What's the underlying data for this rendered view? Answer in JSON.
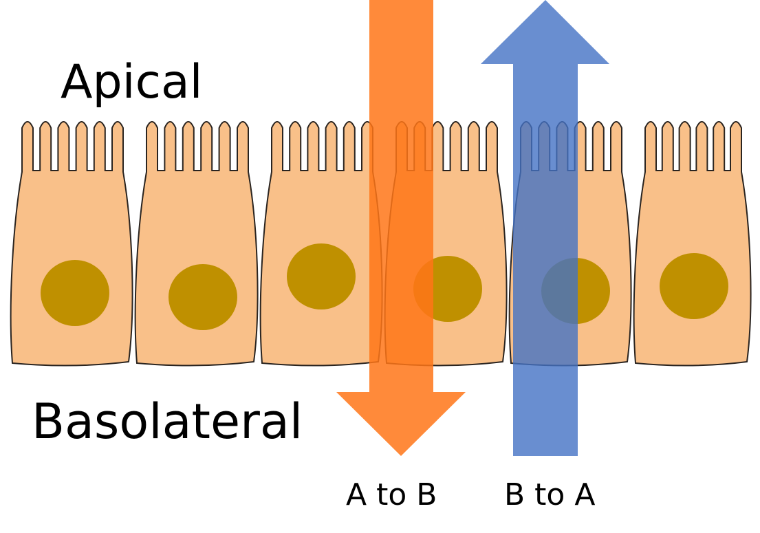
{
  "labels": {
    "apical": "Apical",
    "basolateral": "Basolateral",
    "a_to_b": "A to B",
    "b_to_a": "B to A"
  },
  "colors": {
    "cell_fill": "#F9C089",
    "cell_stroke": "#2a2420",
    "nucleus": "#BF9000",
    "arrow_a_to_b": "#FF7518",
    "arrow_b_to_a": "#4472C4"
  },
  "cell_count": 6
}
